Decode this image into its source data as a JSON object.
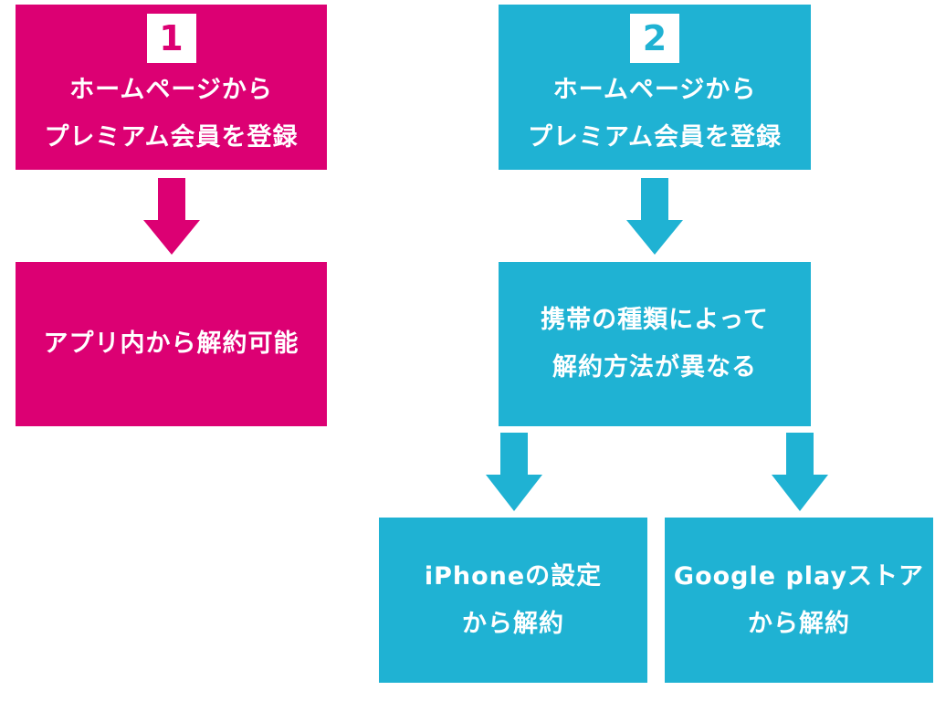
{
  "colors": {
    "route1": "#dc0073",
    "route2": "#1fb2d3",
    "text": "#ffffff"
  },
  "route1": {
    "number": "1",
    "step1": {
      "line1": "ホームページから",
      "line2": "プレミアム会員を登録"
    },
    "step2": {
      "line1": "アプリ内から解約可能"
    }
  },
  "route2": {
    "number": "2",
    "step1": {
      "line1": "ホームページから",
      "line2": "プレミアム会員を登録"
    },
    "step2": {
      "line1": "携帯の種類によって",
      "line2": "解約方法が異なる"
    },
    "branch_iphone": {
      "line1": "iPhoneの設定",
      "line2": "から解約"
    },
    "branch_google": {
      "line1": "Google playストア",
      "line2": "から解約"
    }
  }
}
